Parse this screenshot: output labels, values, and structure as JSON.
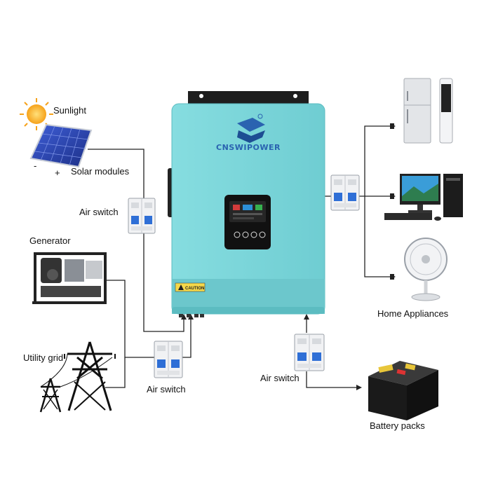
{
  "labels": {
    "sunlight": "Sunlight",
    "solar_modules": "Solar modules",
    "air_switch_solar": "Air switch",
    "generator": "Generator",
    "utility_grid": "Utility grid",
    "air_switch_grid": "Air switch",
    "air_switch_battery": "Air switch",
    "home_appliances": "Home Appliances",
    "battery_packs": "Battery packs",
    "brand": "CNSWIPOWER",
    "panel_minus": "-",
    "panel_plus": "+",
    "caution": "CAUTION"
  },
  "colors": {
    "inverter_body": "#7fd6da",
    "inverter_dark": "#5cbcc1",
    "brand_blue": "#2a63b0",
    "wire": "#222222",
    "breaker_blue": "#2f6fd6"
  }
}
